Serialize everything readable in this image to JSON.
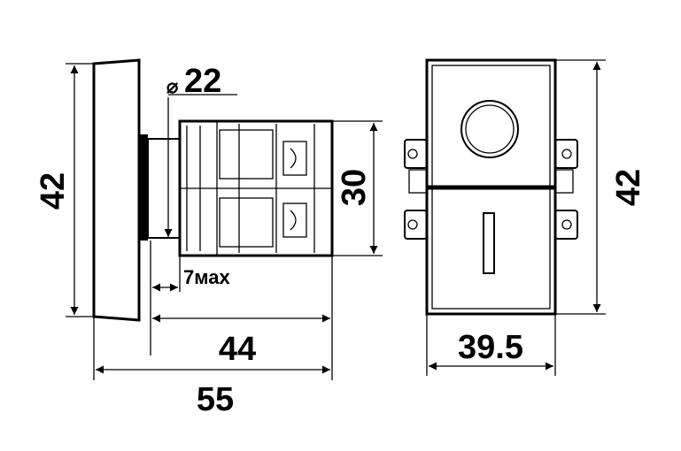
{
  "drawing": {
    "side_view": {
      "height_label": "42",
      "diameter_symbol": "⌀",
      "diameter_label": "22",
      "panel_thickness_label": "7мах",
      "body_height_label": "30",
      "body_depth_label": "44",
      "total_depth_label": "55"
    },
    "front_view": {
      "height_label": "42",
      "width_label": "39.5"
    }
  }
}
